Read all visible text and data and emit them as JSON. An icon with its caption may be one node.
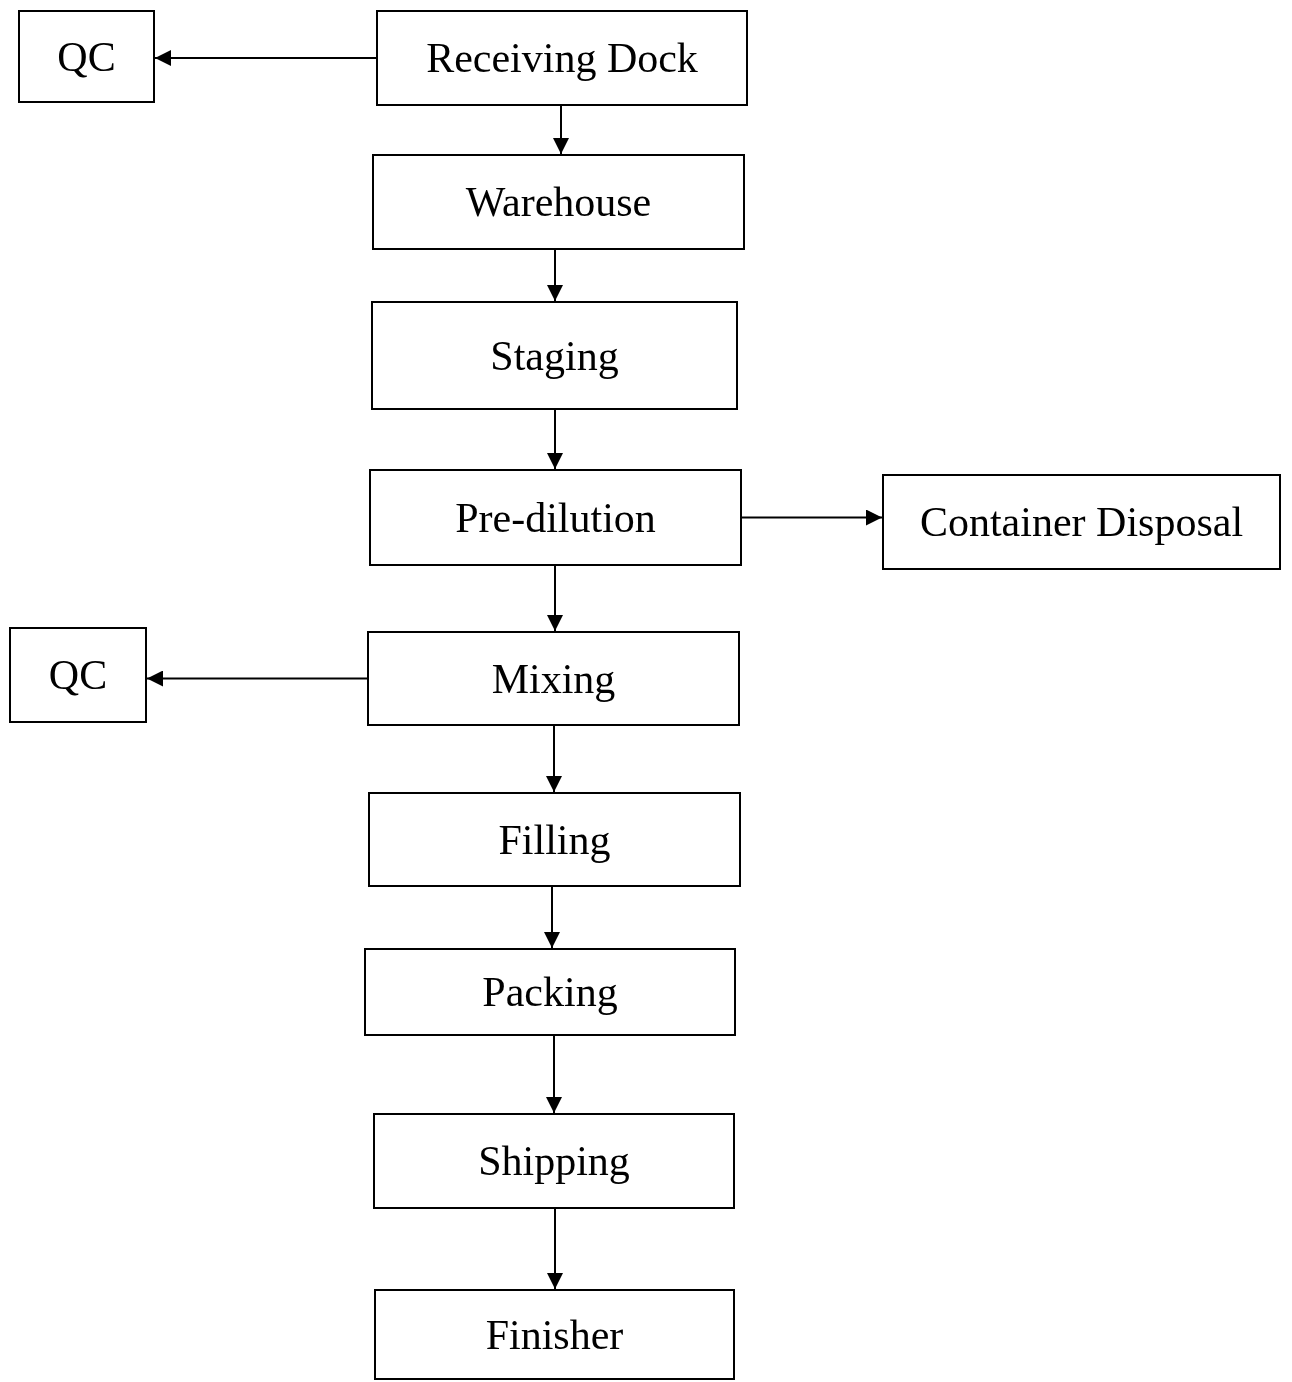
{
  "diagram": {
    "nodes": [
      {
        "text": [
          "QC"
        ]
      },
      {
        "text": [
          "Receiving Dock"
        ]
      },
      {
        "text": [
          "Warehouse"
        ]
      },
      {
        "text": [
          "Staging"
        ]
      },
      {
        "text": [
          "Pre-dilution"
        ]
      },
      {
        "text": [
          "Container Disposal"
        ]
      },
      {
        "text": [
          "QC"
        ]
      },
      {
        "text": [
          "Mixing"
        ]
      },
      {
        "text": [
          "Filling"
        ]
      },
      {
        "text": [
          "Packing"
        ]
      },
      {
        "text": [
          "Shipping"
        ]
      },
      {
        "text": [
          "Finisher"
        ]
      }
    ],
    "edges": [
      {
        "from": 1,
        "to": 0,
        "arrow": "to"
      },
      {
        "from": 1,
        "to": 2,
        "arrow": "to"
      },
      {
        "from": 2,
        "to": 3,
        "arrow": "to"
      },
      {
        "from": 3,
        "to": 4,
        "arrow": "to"
      },
      {
        "from": 4,
        "to": 5,
        "arrow": "to"
      },
      {
        "from": 4,
        "to": 7,
        "arrow": "to"
      },
      {
        "from": 7,
        "to": 6,
        "arrow": "to"
      },
      {
        "from": 7,
        "to": 8,
        "arrow": "to"
      },
      {
        "from": 8,
        "to": 9,
        "arrow": "to"
      },
      {
        "from": 9,
        "to": 10,
        "arrow": "to"
      },
      {
        "from": 10,
        "to": 11,
        "arrow": "to"
      }
    ]
  }
}
